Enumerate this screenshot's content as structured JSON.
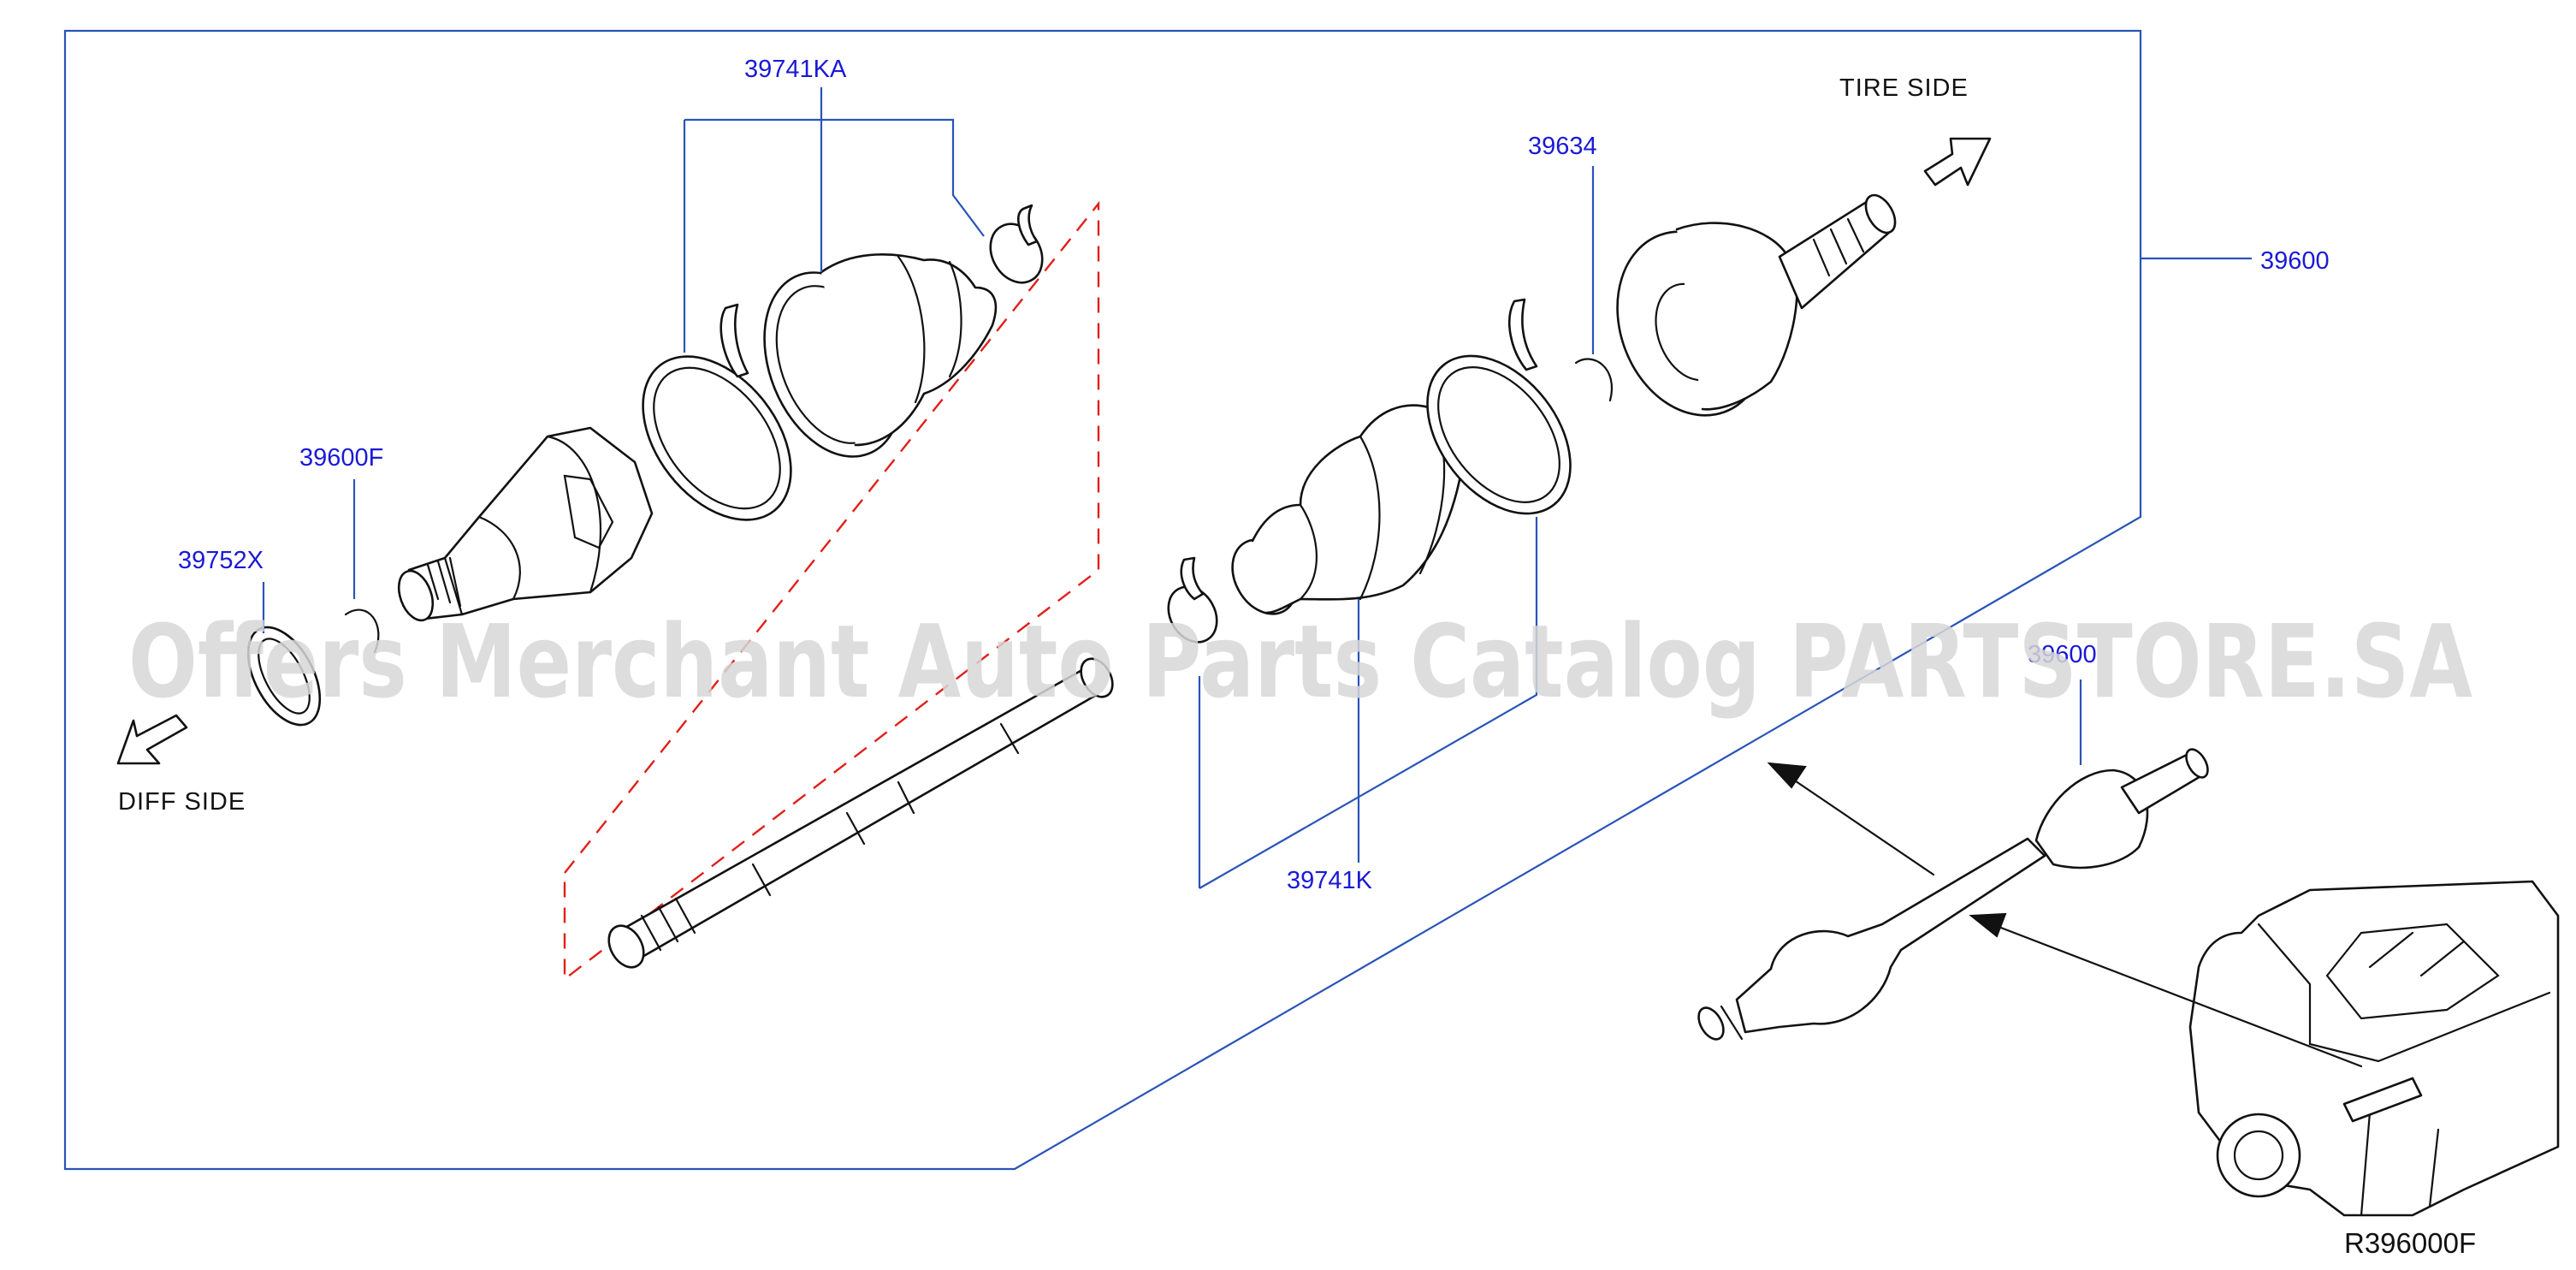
{
  "callouts": {
    "boot_kit_inner": "39741KA",
    "circlip_outer": "39634",
    "drive_shaft_assy": "39600",
    "circlip_inner": "39600F",
    "seal_diff": "39752X",
    "boot_kit_outer": "39741K",
    "drive_shaft_inset": "39600"
  },
  "direction_labels": {
    "tire_side": "TIRE   SIDE",
    "diff_side": "DIFF   SIDE"
  },
  "reference_code": "R396000F",
  "watermark": "Offers Merchant Auto Parts Catalog PARTSTORE.SA",
  "colors": {
    "callout_text": "#1a1ad6",
    "leader_line": "#2a53b8",
    "dashed_group": "#e0201a",
    "part_outline": "#111111",
    "watermark": "#d7d7d7"
  }
}
